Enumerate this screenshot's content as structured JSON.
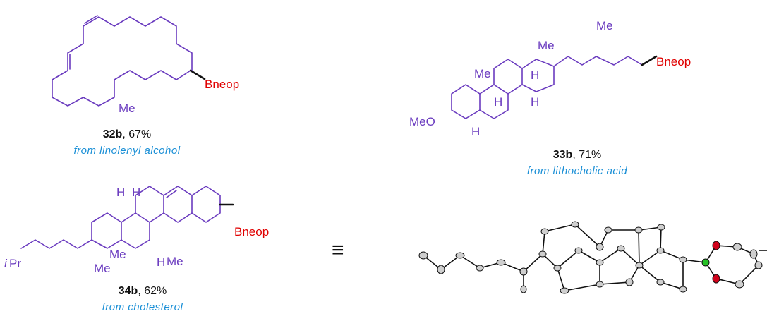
{
  "compounds": [
    {
      "id": "32b",
      "yield": ", 67%",
      "source": "from linolenyl alcohol",
      "labels": {
        "boron": "Bneop",
        "terminal": "Me"
      }
    },
    {
      "id": "33b",
      "yield": ", 71%",
      "source": "from lithocholic acid",
      "labels": {
        "boron": "Bneop",
        "methoxy": "MeO",
        "me1": "Me",
        "me2": "Me",
        "me3": "Me",
        "h1": "H",
        "h2": "H",
        "h3": "H",
        "h4": "H"
      }
    },
    {
      "id": "34b",
      "yield": ", 62%",
      "source": "from cholesterol",
      "labels": {
        "boron": "Bneop",
        "ipr_i": "i",
        "ipr_pr": "Pr",
        "me1": "Me",
        "me2": "Me",
        "me3": "Me",
        "h1": "H",
        "h2": "H",
        "h3": "H"
      }
    }
  ],
  "equivalence_symbol": "≡",
  "colors": {
    "structure": "#6a3bbf",
    "boron_label": "#e00000",
    "source_text": "#1a8fd6",
    "boron_atom": "#27c227",
    "oxygen_atom": "#d0021b"
  }
}
